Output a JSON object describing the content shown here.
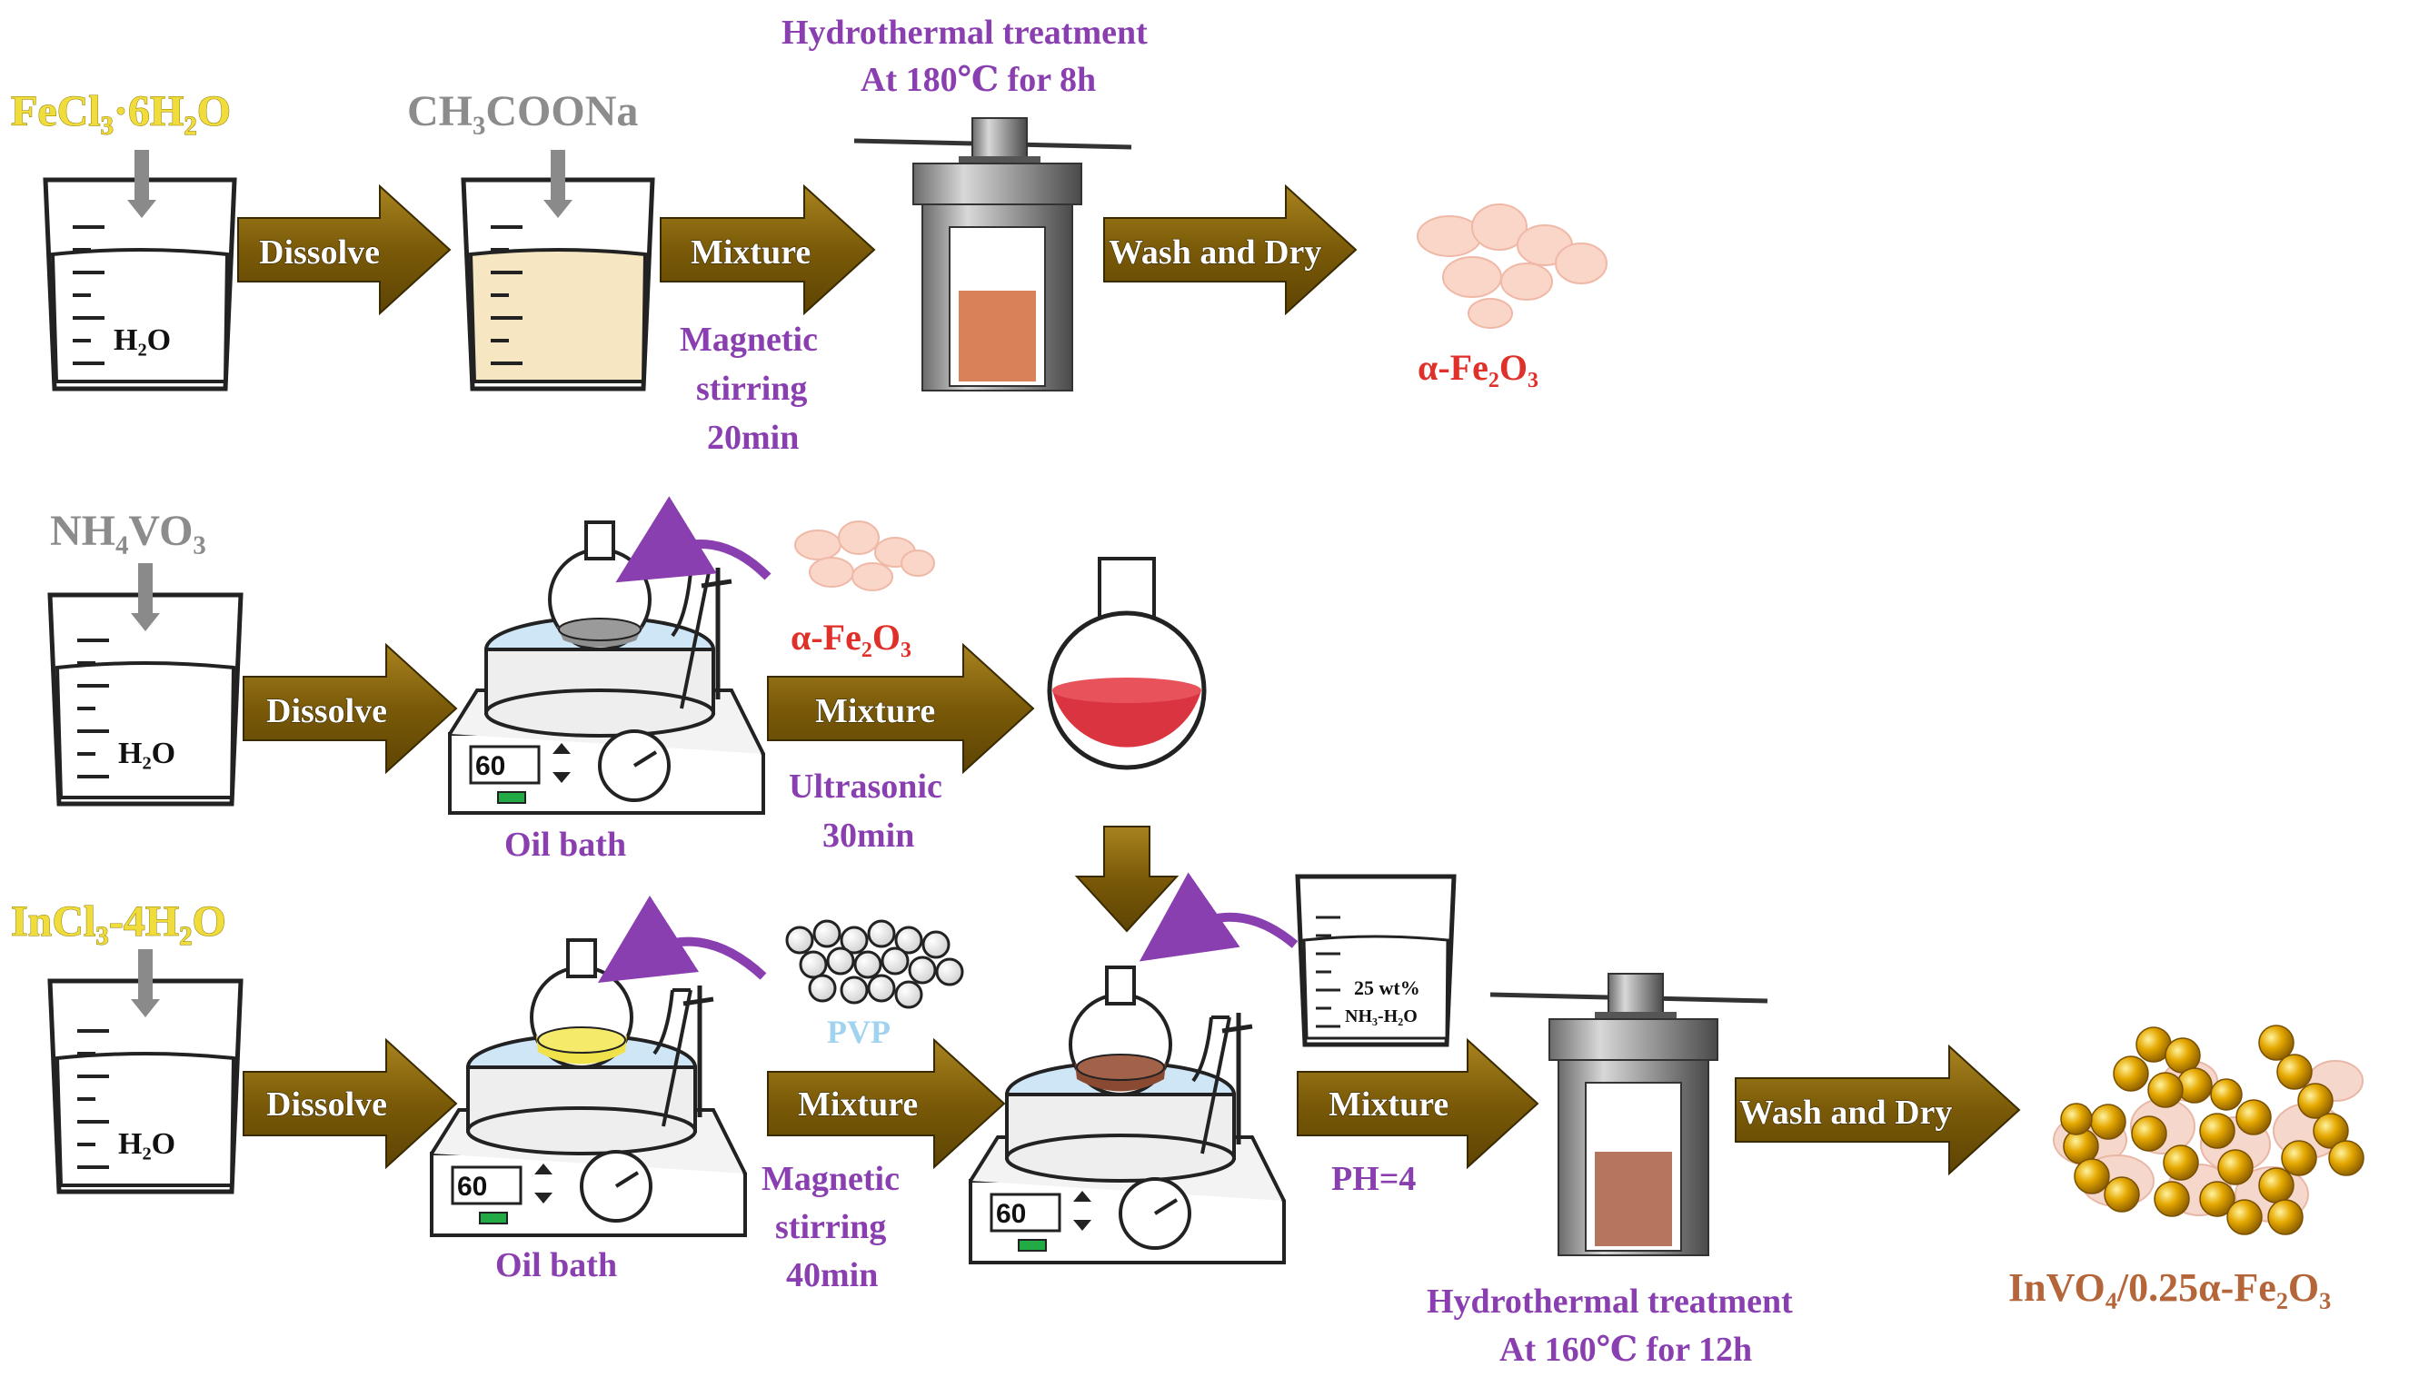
{
  "row1": {
    "reagent1": "FeCl₃·6H₂O",
    "reagent2": "CH₃COONa",
    "beaker_label": "H₂O",
    "arrow1": "Dissolve",
    "arrow2": "Mixture",
    "arrow2_note1": "Magnetic",
    "arrow2_note2": "stirring",
    "arrow2_note3": "20min",
    "hydro_title1": "Hydrothermal  treatment",
    "hydro_title2": "At 180℃ for 8h",
    "arrow3": "Wash and Dry",
    "product": "α-Fe₂O₃"
  },
  "row2": {
    "reagent": "NH₄VO₃",
    "beaker_label": "H₂O",
    "arrow1": "Dissolve",
    "bath_label": "Oil bath",
    "display_value": "60",
    "added": "α-Fe₂O₃",
    "arrow2": "Mixture",
    "arrow2_note1": "Ultrasonic",
    "arrow2_note2": "30min"
  },
  "row3": {
    "reagent": "InCl₃-4H₂O",
    "beaker_label": "H₂O",
    "arrow1": "Dissolve",
    "bath_label": "Oil bath",
    "display_value": "60",
    "added": "PVP",
    "arrow2": "Mixture",
    "arrow2_note1": "Magnetic",
    "arrow2_note2": "stirring",
    "arrow2_note3": "40min",
    "display_value2": "60",
    "ammonia_line1": "25 wt%",
    "ammonia_line2": "NH₃-H₂O",
    "arrow3": "Mixture",
    "arrow3_note": "PH=4",
    "hydro_title1": "Hydrothermal  treatment",
    "hydro_title2": "At 160℃ for 12h",
    "arrow4": "Wash and Dry",
    "product": "InVO₄/0.25α-Fe₂O₃"
  },
  "colors": {
    "arrow_fill": "#8b6a10",
    "purple_text": "#8a3fb0",
    "red_text": "#e0302a",
    "gold_sphere": "#e5a800",
    "red_liquid": "#d9343f"
  }
}
